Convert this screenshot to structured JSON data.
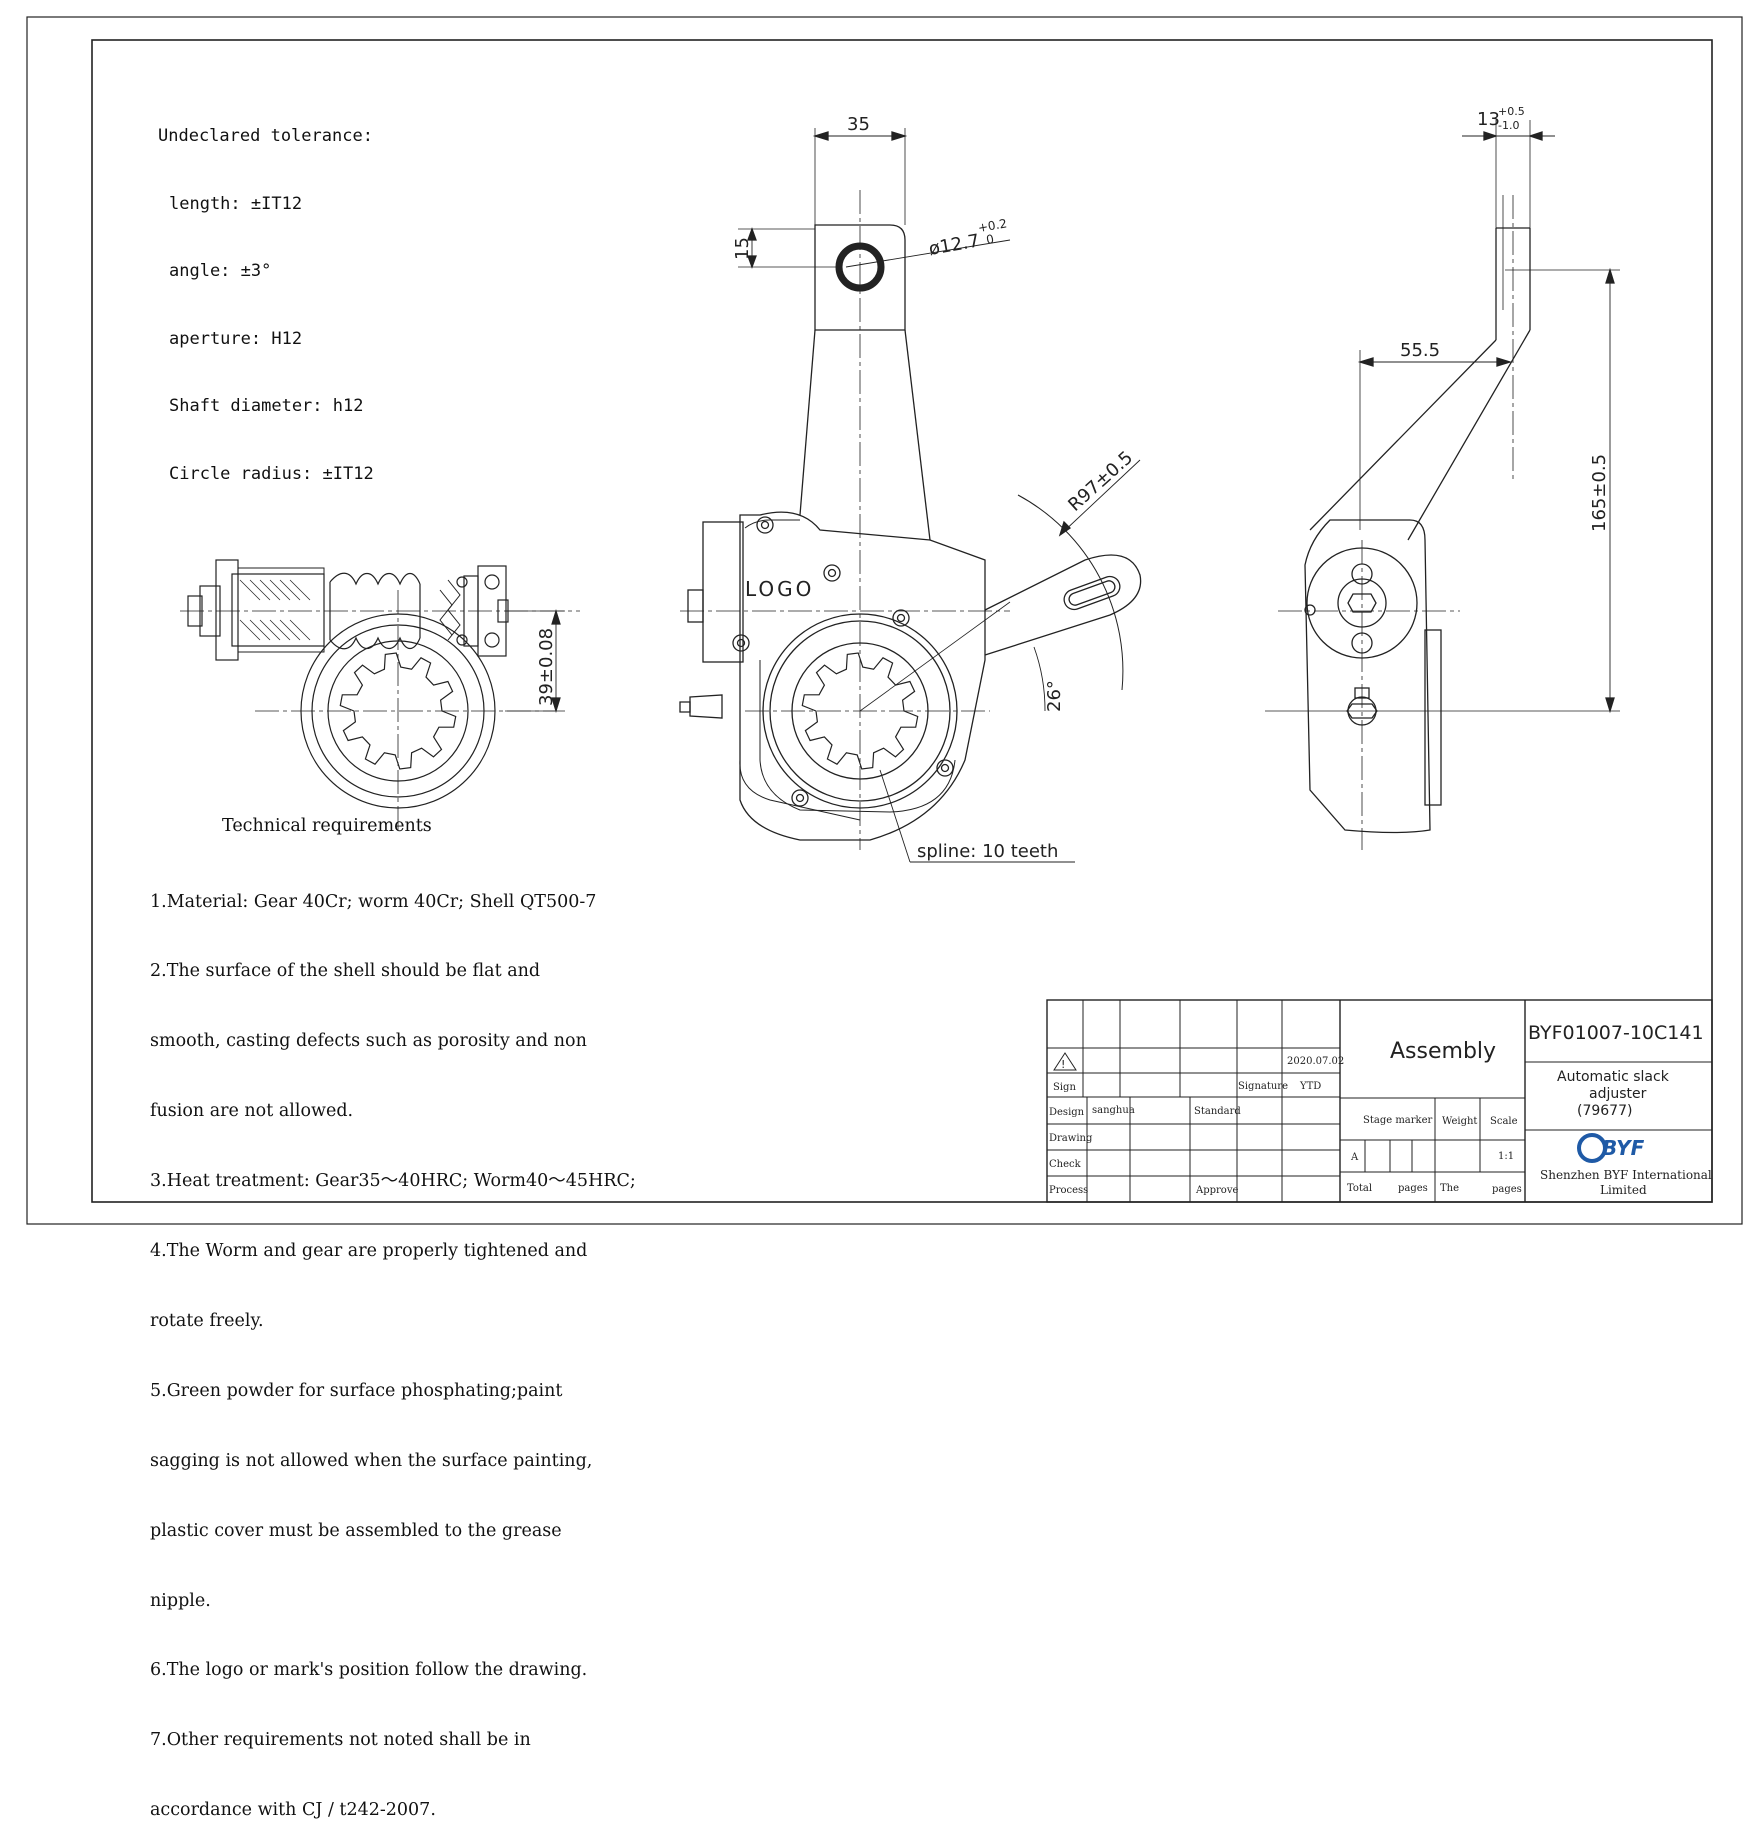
{
  "tolerance": {
    "title": "Undeclared tolerance:",
    "lines": [
      "length: ±IT12",
      "angle: ±3°",
      "aperture: H12",
      "Shaft diameter: h12",
      "Circle radius: ±IT12"
    ]
  },
  "dimensions": {
    "width_top": "35",
    "hole_offset": "15",
    "hole_dia": "ø12.7",
    "hole_dia_tol": "+0.2",
    "hole_dia_tol2": "0",
    "radius": "R97±0.5",
    "angle": "26°",
    "center_height": "39±0.08",
    "thickness": "13",
    "thickness_tol_up": "+0.5",
    "thickness_tol_dn": "-1.0",
    "offset": "55.5",
    "arm_length": "165±0.5",
    "spline_label": "spline: 10 teeth",
    "logo_text": "LOGO"
  },
  "technical": {
    "title": "Technical requirements",
    "lines": [
      "1.Material: Gear 40Cr; worm 40Cr; Shell QT500-7",
      "2.The surface of the shell should be flat and",
      "smooth, casting defects such as porosity and non",
      "fusion are not allowed.",
      "3.Heat treatment: Gear35～40HRC; Worm40～45HRC;",
      "4.The Worm and gear are properly tightened and",
      "rotate freely.",
      "5.Green powder for surface phosphating;paint",
      "sagging is not allowed when the surface painting,",
      "plastic cover must be assembled to the grease",
      "nipple.",
      "6.The logo or mark's position follow the drawing.",
      "7.Other requirements not noted shall be in",
      "accordance with CJ / t242-2007."
    ]
  },
  "title_block": {
    "date": "2020.07.02",
    "sign": "Sign",
    "signature": "Signature",
    "ytd": "YTD",
    "design": "Design",
    "designer": "sanghua",
    "standard": "Standard",
    "drawing": "Drawing",
    "check": "Check",
    "process": "Process",
    "approve": "Approve",
    "assembly": "Assembly",
    "stage_marker": "Stage marker",
    "weight": "Weight",
    "scale": "Scale",
    "stage_value": "A",
    "scale_value": "1:1",
    "total": "Total",
    "pages1": "pages",
    "the": "The",
    "pages2": "pages",
    "part_number": "BYF01007-10C141",
    "part_name_1": "Automatic slack",
    "part_name_2": "adjuster",
    "part_name_3": "(79677)",
    "logo": "BYF",
    "company_1": "Shenzhen BYF International",
    "company_2": "Limited"
  }
}
